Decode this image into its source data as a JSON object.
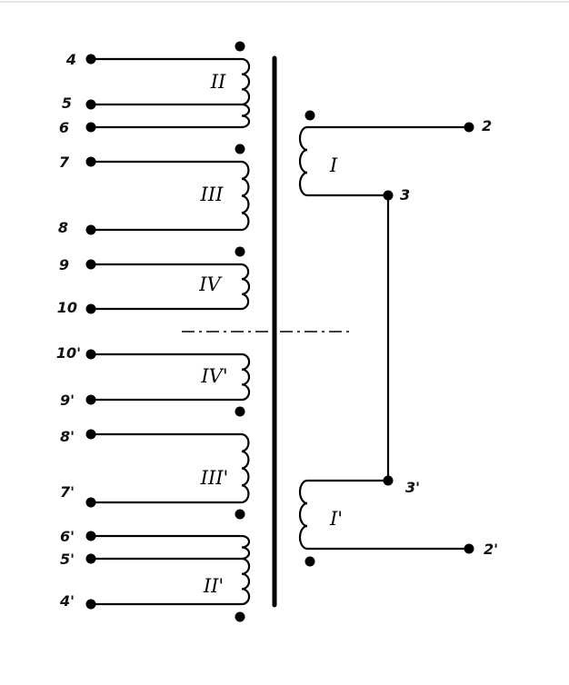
{
  "pins": {
    "p4": "4",
    "p5": "5",
    "p6": "6",
    "p7": "7",
    "p8": "8",
    "p9": "9",
    "p10": "10",
    "p10p": "10'",
    "p9p": "9'",
    "p8p": "8'",
    "p7p": "7'",
    "p6p": "6'",
    "p5p": "5'",
    "p4p": "4'",
    "p2": "2",
    "p3": "3",
    "p3p": "3'",
    "p2p": "2'"
  },
  "windings": {
    "II": "II",
    "III": "III",
    "IV": "IV",
    "IVp": "IV'",
    "IIIp": "III'",
    "IIp": "II'",
    "I": "I",
    "Ip": "I'"
  },
  "colors": {
    "ink": "#000000",
    "background": "#ffffff"
  }
}
